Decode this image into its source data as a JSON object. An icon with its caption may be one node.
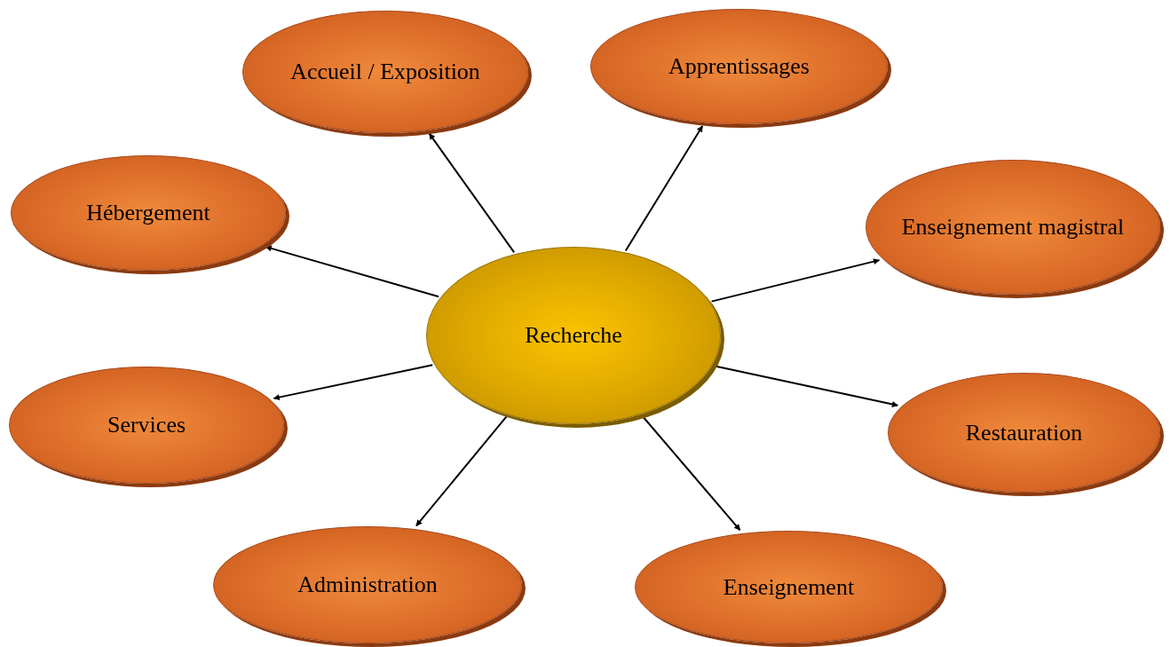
{
  "diagram": {
    "nodes": [
      {
        "text": [
          "Recherche"
        ]
      },
      {
        "text": [
          "Accueil / Exposition"
        ]
      },
      {
        "text": [
          "Apprentissages"
        ]
      },
      {
        "text": [
          "Hébergement"
        ]
      },
      {
        "text": [
          "Enseignement magistral"
        ]
      },
      {
        "text": [
          "Services"
        ]
      },
      {
        "text": [
          "Restauration"
        ]
      },
      {
        "text": [
          "Administration"
        ]
      },
      {
        "text": [
          "Enseignement"
        ]
      }
    ],
    "edges": [
      {
        "from": 0,
        "to": 1,
        "arrow": "to"
      },
      {
        "from": 0,
        "to": 2,
        "arrow": "to"
      },
      {
        "from": 0,
        "to": 3,
        "arrow": "to"
      },
      {
        "from": 0,
        "to": 4,
        "arrow": "to"
      },
      {
        "from": 0,
        "to": 5,
        "arrow": "to"
      },
      {
        "from": 0,
        "to": 6,
        "arrow": "to"
      },
      {
        "from": 0,
        "to": 7,
        "arrow": "to"
      },
      {
        "from": 0,
        "to": 8,
        "arrow": "to"
      }
    ]
  }
}
